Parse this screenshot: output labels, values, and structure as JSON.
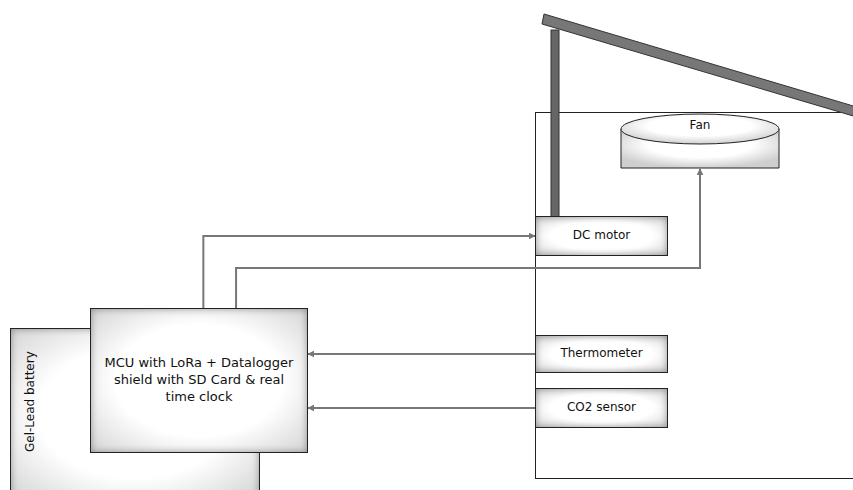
{
  "diagram": {
    "nodes": [
      {
        "text": [
          "Gel-Lead battery"
        ]
      },
      {
        "text": [
          "MCU with LoRa + Datalogger shield with SD Card & real time clock"
        ]
      },
      {
        "text": [
          "Fan"
        ]
      },
      {
        "text": [
          "DC motor"
        ]
      },
      {
        "text": [
          "Thermometer"
        ]
      },
      {
        "text": [
          "CO2 sensor"
        ]
      }
    ],
    "edges": [
      {
        "from": 1,
        "to": 3,
        "arrow": "to"
      },
      {
        "from": 1,
        "to": 2,
        "arrow": "to"
      },
      {
        "from": 4,
        "to": 1,
        "arrow": "to"
      },
      {
        "from": 5,
        "to": 1,
        "arrow": "to"
      }
    ]
  }
}
